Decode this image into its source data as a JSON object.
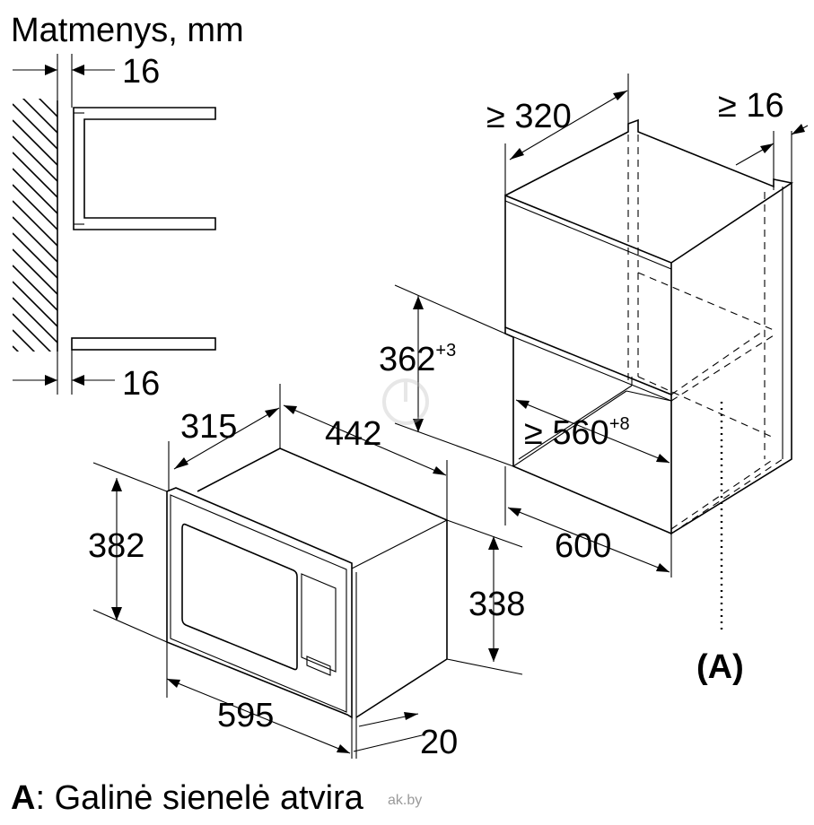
{
  "title": "Matmenys, mm",
  "side_view": {
    "top_gap": "16",
    "bottom_gap": "16"
  },
  "appliance": {
    "depth": "315",
    "width_442": "442",
    "height": "382",
    "body_height": "338",
    "front_width": "595",
    "front_depth": "20"
  },
  "cabinet": {
    "depth_min": "≥ 320",
    "side_min": "≥ 16",
    "niche_height": "362",
    "niche_height_tol": "+3",
    "niche_width": "≥ 560",
    "niche_width_tol": "+8",
    "cabinet_width": "600",
    "marker": "(A)"
  },
  "legend": {
    "key": "A",
    "text": ": Galinė sienelė atvira"
  },
  "watermark": "ak.by"
}
